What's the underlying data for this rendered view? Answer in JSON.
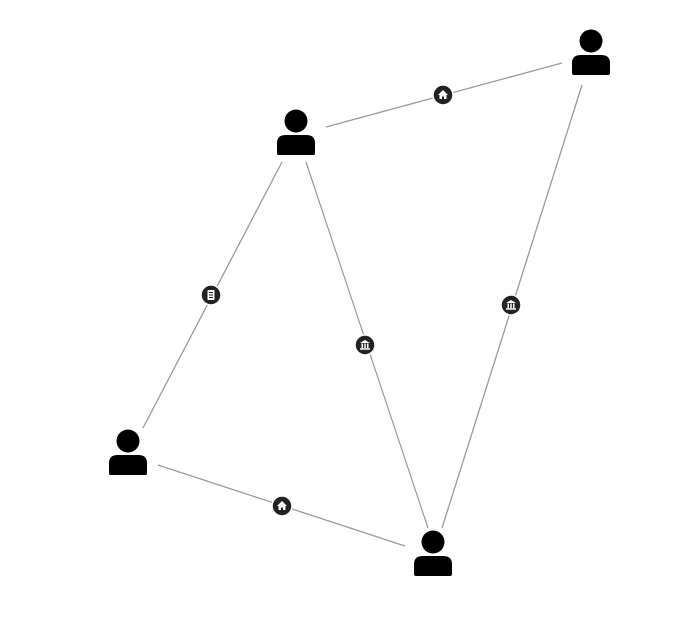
{
  "colors": {
    "background": "#ffffff",
    "edge": "#9a9a9a",
    "node_icon": "#000000",
    "badge_fill": "#222222",
    "badge_glyph": "#ffffff"
  },
  "nodes": [
    {
      "id": "top-right",
      "icon": "person-icon"
    },
    {
      "id": "top-center",
      "icon": "person-icon"
    },
    {
      "id": "bottom-left",
      "icon": "person-icon"
    },
    {
      "id": "bottom-center",
      "icon": "person-icon"
    }
  ],
  "edges": [
    {
      "from": "top-center",
      "to": "top-right",
      "relation_icon": "home-icon"
    },
    {
      "from": "top-center",
      "to": "bottom-left",
      "relation_icon": "document-icon"
    },
    {
      "from": "top-center",
      "to": "bottom-center",
      "relation_icon": "bank-icon"
    },
    {
      "from": "top-right",
      "to": "bottom-center",
      "relation_icon": "bank-icon"
    },
    {
      "from": "bottom-left",
      "to": "bottom-center",
      "relation_icon": "home-icon"
    }
  ]
}
